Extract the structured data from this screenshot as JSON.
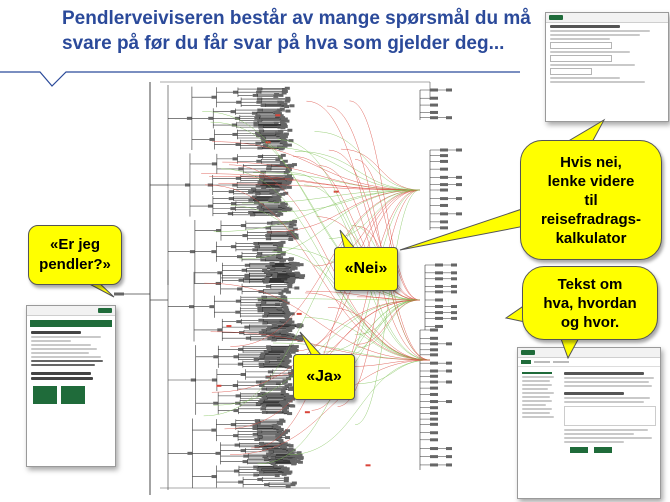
{
  "slide": {
    "title_line1": "Pendlerveiviseren består av mange spørsmål du må",
    "title_line2": "svare på før du får svar på hva som gjelder deg..."
  },
  "callouts": {
    "pendler": [
      "«Er jeg",
      "pendler?»"
    ],
    "nei": "«Nei»",
    "ja": "«Ja»",
    "hvis_nei": [
      "Hvis  nei,",
      "lenke videre",
      "til",
      "reisefradrags-",
      "kalkulator"
    ],
    "tekst": [
      "Tekst om",
      "hva, hvordan",
      "og hvor."
    ]
  },
  "colors": {
    "title": "#2b4a9a",
    "callout": "#ffff00",
    "brand_green": "#1f6b3a",
    "tree_red": "#d9453a",
    "tree_green": "#7ec255"
  }
}
